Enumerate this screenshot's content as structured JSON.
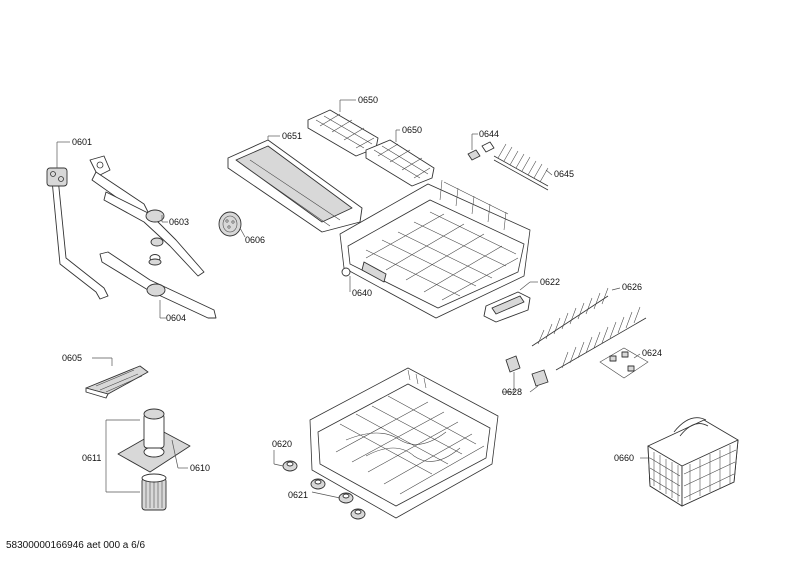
{
  "document_id": "58300000166946 aet 000 a 6/6",
  "labels": {
    "p0601": "0601",
    "p0603": "0603",
    "p0604": "0604",
    "p0605": "0605",
    "p0606": "0606",
    "p0610": "0610",
    "p0611": "0611",
    "p0620": "0620",
    "p0621": "0621",
    "p0622": "0622",
    "p0624": "0624",
    "p0626": "0626",
    "p0628": "0628",
    "p0640": "0640",
    "p0644": "0644",
    "p0645": "0645",
    "p0650a": "0650",
    "p0650b": "0650",
    "p0651": "0651",
    "p0660": "0660"
  }
}
